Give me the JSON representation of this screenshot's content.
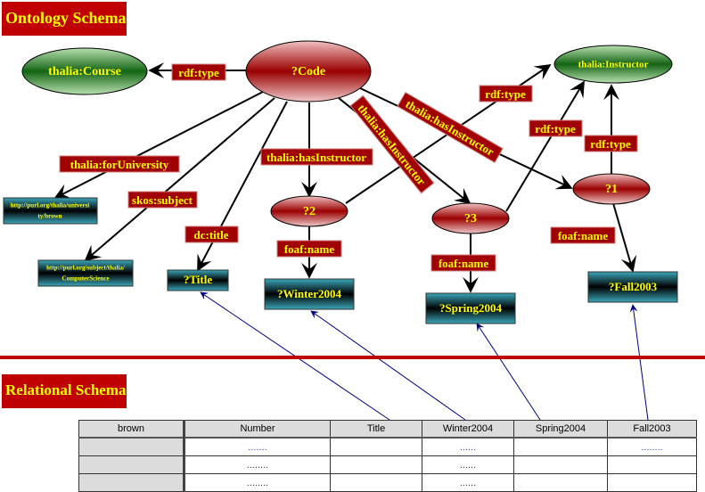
{
  "sections": {
    "ontology_title": "Ontology Schema",
    "relational_title": "Relational Schema"
  },
  "colors": {
    "section_bg": "#c00000",
    "section_text": "#ffff00",
    "class_node": "#1e6e1e",
    "variable_node": "#a00000",
    "literal_node": "#1a8a9a",
    "edge_label_bg": "#a00000",
    "mapping_line": "#000080",
    "divider": "#c00000"
  },
  "nodes": {
    "course": "thalia:Course",
    "instructor": "thalia:Instructor",
    "code": "?Code",
    "v1": "?1",
    "v2": "?2",
    "v3": "?3",
    "univ_uri": "http://purl.org/thalia/university/brown",
    "univ_uri_line1": "http://purl.org/thalia/universi",
    "univ_uri_line2": "ty/brown",
    "subject_uri_line1": "http://purl.org/subject/thalia/",
    "subject_uri_line2": "ComputerScience",
    "title": "?Title",
    "winter": "?Winter2004",
    "spring": "?Spring2004",
    "fall": "?Fall2003"
  },
  "edges": {
    "code_course": "rdf:type",
    "code_univ": "thalia:forUniversity",
    "code_subject": "skos:subject",
    "code_title": "dc:title",
    "code_v2": "thalia:hasInstructor",
    "code_v3": "thalia:hasInstructor",
    "code_v1": "thalia:hasInstructor",
    "v2_instr": "rdf:type",
    "v3_instr": "rdf:type",
    "v1_instr": "rdf:type",
    "v2_name": "foaf:name",
    "v3_name": "foaf:name",
    "v1_name": "foaf:name"
  },
  "table": {
    "headers": [
      "brown",
      "Number",
      "Title",
      "Winter2004",
      "Spring2004",
      "Fall2003"
    ],
    "rows": [
      [
        "",
        ".......",
        "",
        "......",
        "",
        "........"
      ],
      [
        "",
        "........",
        "",
        "......",
        "",
        ""
      ],
      [
        "",
        "........",
        "",
        "......",
        "",
        ""
      ]
    ]
  }
}
